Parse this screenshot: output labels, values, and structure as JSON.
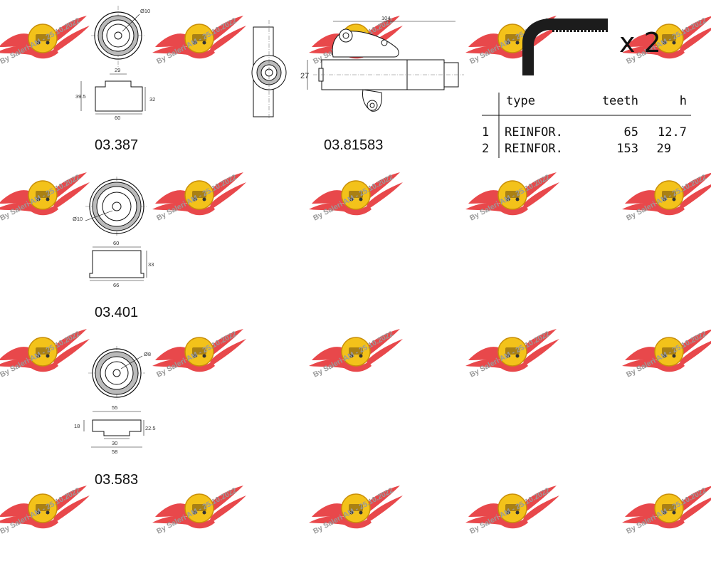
{
  "watermark": {
    "text": "By Saleri AM - 25.10.2022",
    "wing_color": "#e8484b",
    "badge_color": "#f3c21a"
  },
  "parts": [
    {
      "code": "03.387",
      "dims": {
        "diameter": "Ø10",
        "top": "29",
        "height_left": "39.5",
        "height_right": "32",
        "bottom": "60"
      }
    },
    {
      "code": "03.81583",
      "dims": {
        "width": "104",
        "height": "27"
      }
    },
    {
      "code": "03.401",
      "dims": {
        "diameter": "Ø10",
        "top": "60",
        "height": "33",
        "bottom": "66"
      }
    },
    {
      "code": "03.583",
      "dims": {
        "diameter": "Ø8",
        "top": "55",
        "height_left": "18",
        "height_right": "22.5",
        "inner": "30",
        "bottom": "58"
      }
    }
  ],
  "belt": {
    "quantity": "x 2"
  },
  "belt_table": {
    "headers": [
      "type",
      "teeth",
      "h"
    ],
    "rows": [
      {
        "index": "1",
        "type": "REINFOR.",
        "teeth": "65",
        "h": "12.7"
      },
      {
        "index": "2",
        "type": "REINFOR.",
        "teeth": "153",
        "h": "29"
      }
    ]
  }
}
